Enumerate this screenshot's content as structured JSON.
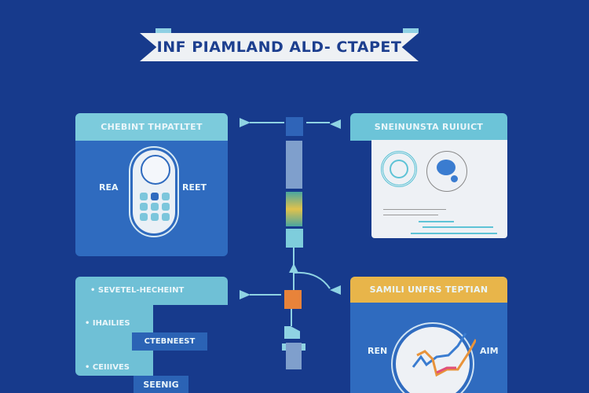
{
  "banner": {
    "title": "INF PIAMLAND ALD- CTAPET"
  },
  "panel_top_left": {
    "header": "CHEBINT THPATLTET",
    "label_left": "REA",
    "label_right": "REET"
  },
  "panel_top_right": {
    "header": "SNEINUNSTA RUIUICT"
  },
  "panel_bottom_left": {
    "header": "SEVETEL-HECHEINT",
    "item_1": "IHAILIES",
    "item_2": "CEIIIVES",
    "box_1": "CTEBNEEST",
    "box_2": "SEENIG"
  },
  "panel_bottom_right": {
    "header": "SAMILI UNFRS TEPTIAN",
    "label_left": "REN",
    "label_right": "AIM"
  },
  "colors": {
    "background": "#173a8c",
    "panel_blue": "#2f6bbf",
    "light_blue": "#7ccbdc",
    "orange": "#e8833a",
    "gold": "#e8b54a"
  }
}
